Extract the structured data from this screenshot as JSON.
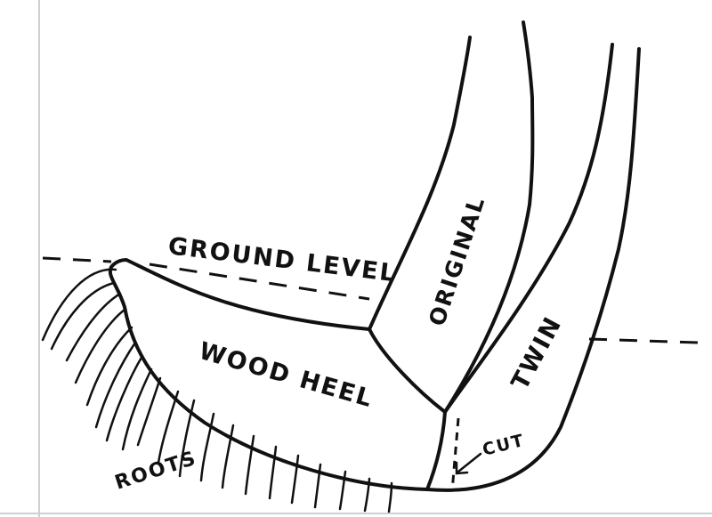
{
  "labels": {
    "ground_level": "GROUND LEVEL",
    "original": "ORIGINAL",
    "wood_heel": "WOOD HEEL",
    "twin": "TWIN",
    "cut": "CUT",
    "roots": "ROOTS"
  },
  "colors": {
    "ink": "#111111",
    "paper": "#ffffff"
  }
}
